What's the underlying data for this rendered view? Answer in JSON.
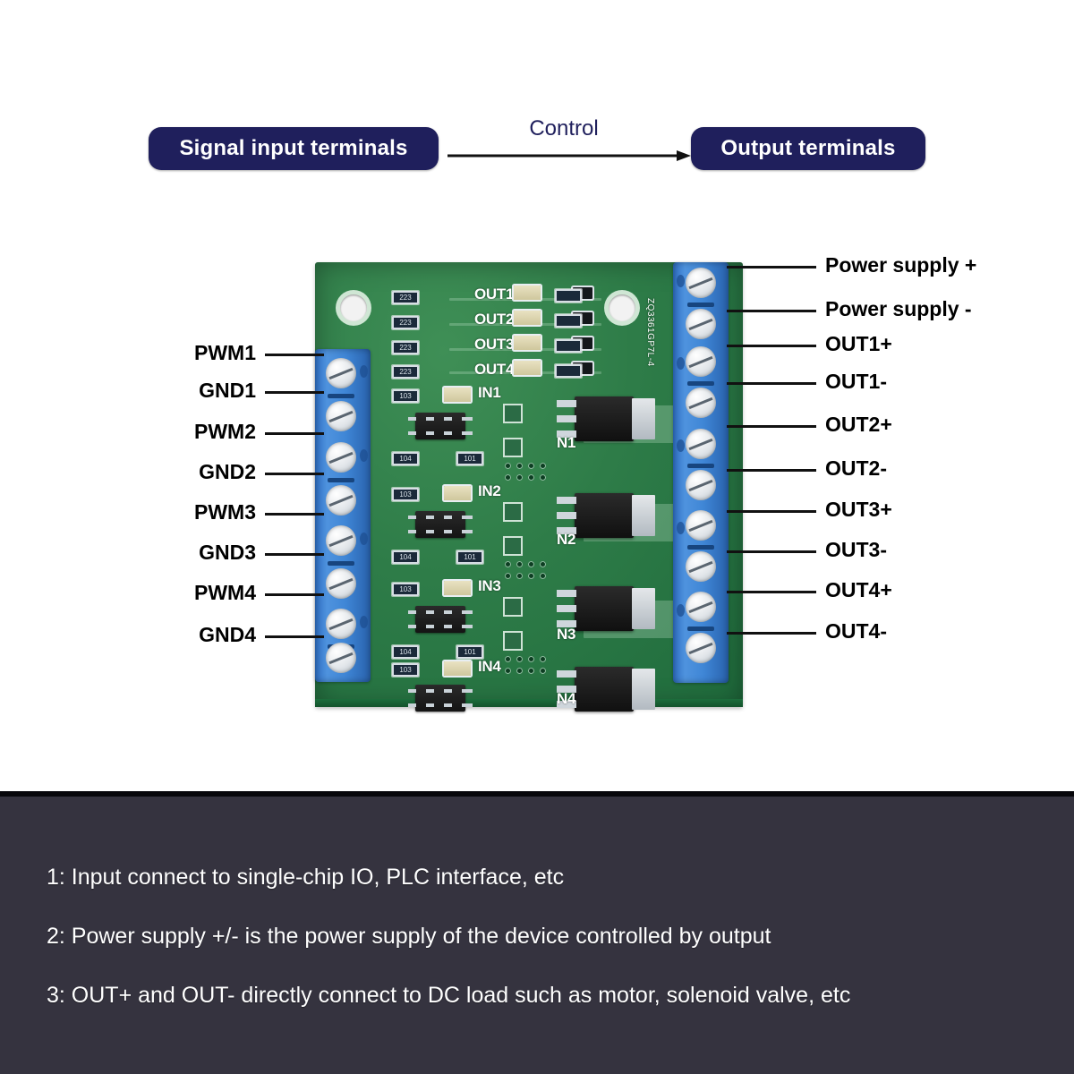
{
  "header": {
    "input_badge": "Signal input terminals",
    "control_label": "Control",
    "output_badge": "Output terminals",
    "badge_color": "#1f1f5c",
    "arrow_color": "#111111"
  },
  "left_labels": [
    {
      "text": "PWM1"
    },
    {
      "text": "GND1"
    },
    {
      "text": "PWM2"
    },
    {
      "text": "GND2"
    },
    {
      "text": "PWM3"
    },
    {
      "text": "GND3"
    },
    {
      "text": "PWM4"
    },
    {
      "text": "GND4"
    }
  ],
  "right_labels": [
    {
      "text": "Power supply +"
    },
    {
      "text": "Power supply -"
    },
    {
      "text": "OUT1+"
    },
    {
      "text": "OUT1-"
    },
    {
      "text": "OUT2+"
    },
    {
      "text": "OUT2-"
    },
    {
      "text": "OUT3+"
    },
    {
      "text": "OUT3-"
    },
    {
      "text": "OUT4+"
    },
    {
      "text": "OUT4-"
    }
  ],
  "board": {
    "silkscreen": {
      "out1": "OUT1",
      "out2": "OUT2",
      "out3": "OUT3",
      "out4": "OUT4",
      "in1": "IN1",
      "in2": "IN2",
      "in3": "IN3",
      "in4": "IN4",
      "n1": "N1",
      "n2": "N2",
      "n3": "N3",
      "n4": "N4",
      "part_number": "ZQ3361GP7L-4"
    },
    "resistor_codes": {
      "r_top": "223",
      "r_mid": "103",
      "r_left": "104",
      "r_right": "101"
    },
    "colors": {
      "pcb_green": "#2e7c48",
      "terminal_blue": "#3f86d6",
      "screw_silver": "#e2e6ea"
    }
  },
  "notes": {
    "note_1": "1: Input connect to single-chip IO, PLC interface, etc",
    "note_2": "2: Power supply +/- is the power supply of the device controlled by output",
    "note_3": "3: OUT+ and OUT- directly connect to DC load such as motor, solenoid valve, etc",
    "panel_color": "#35333f"
  }
}
